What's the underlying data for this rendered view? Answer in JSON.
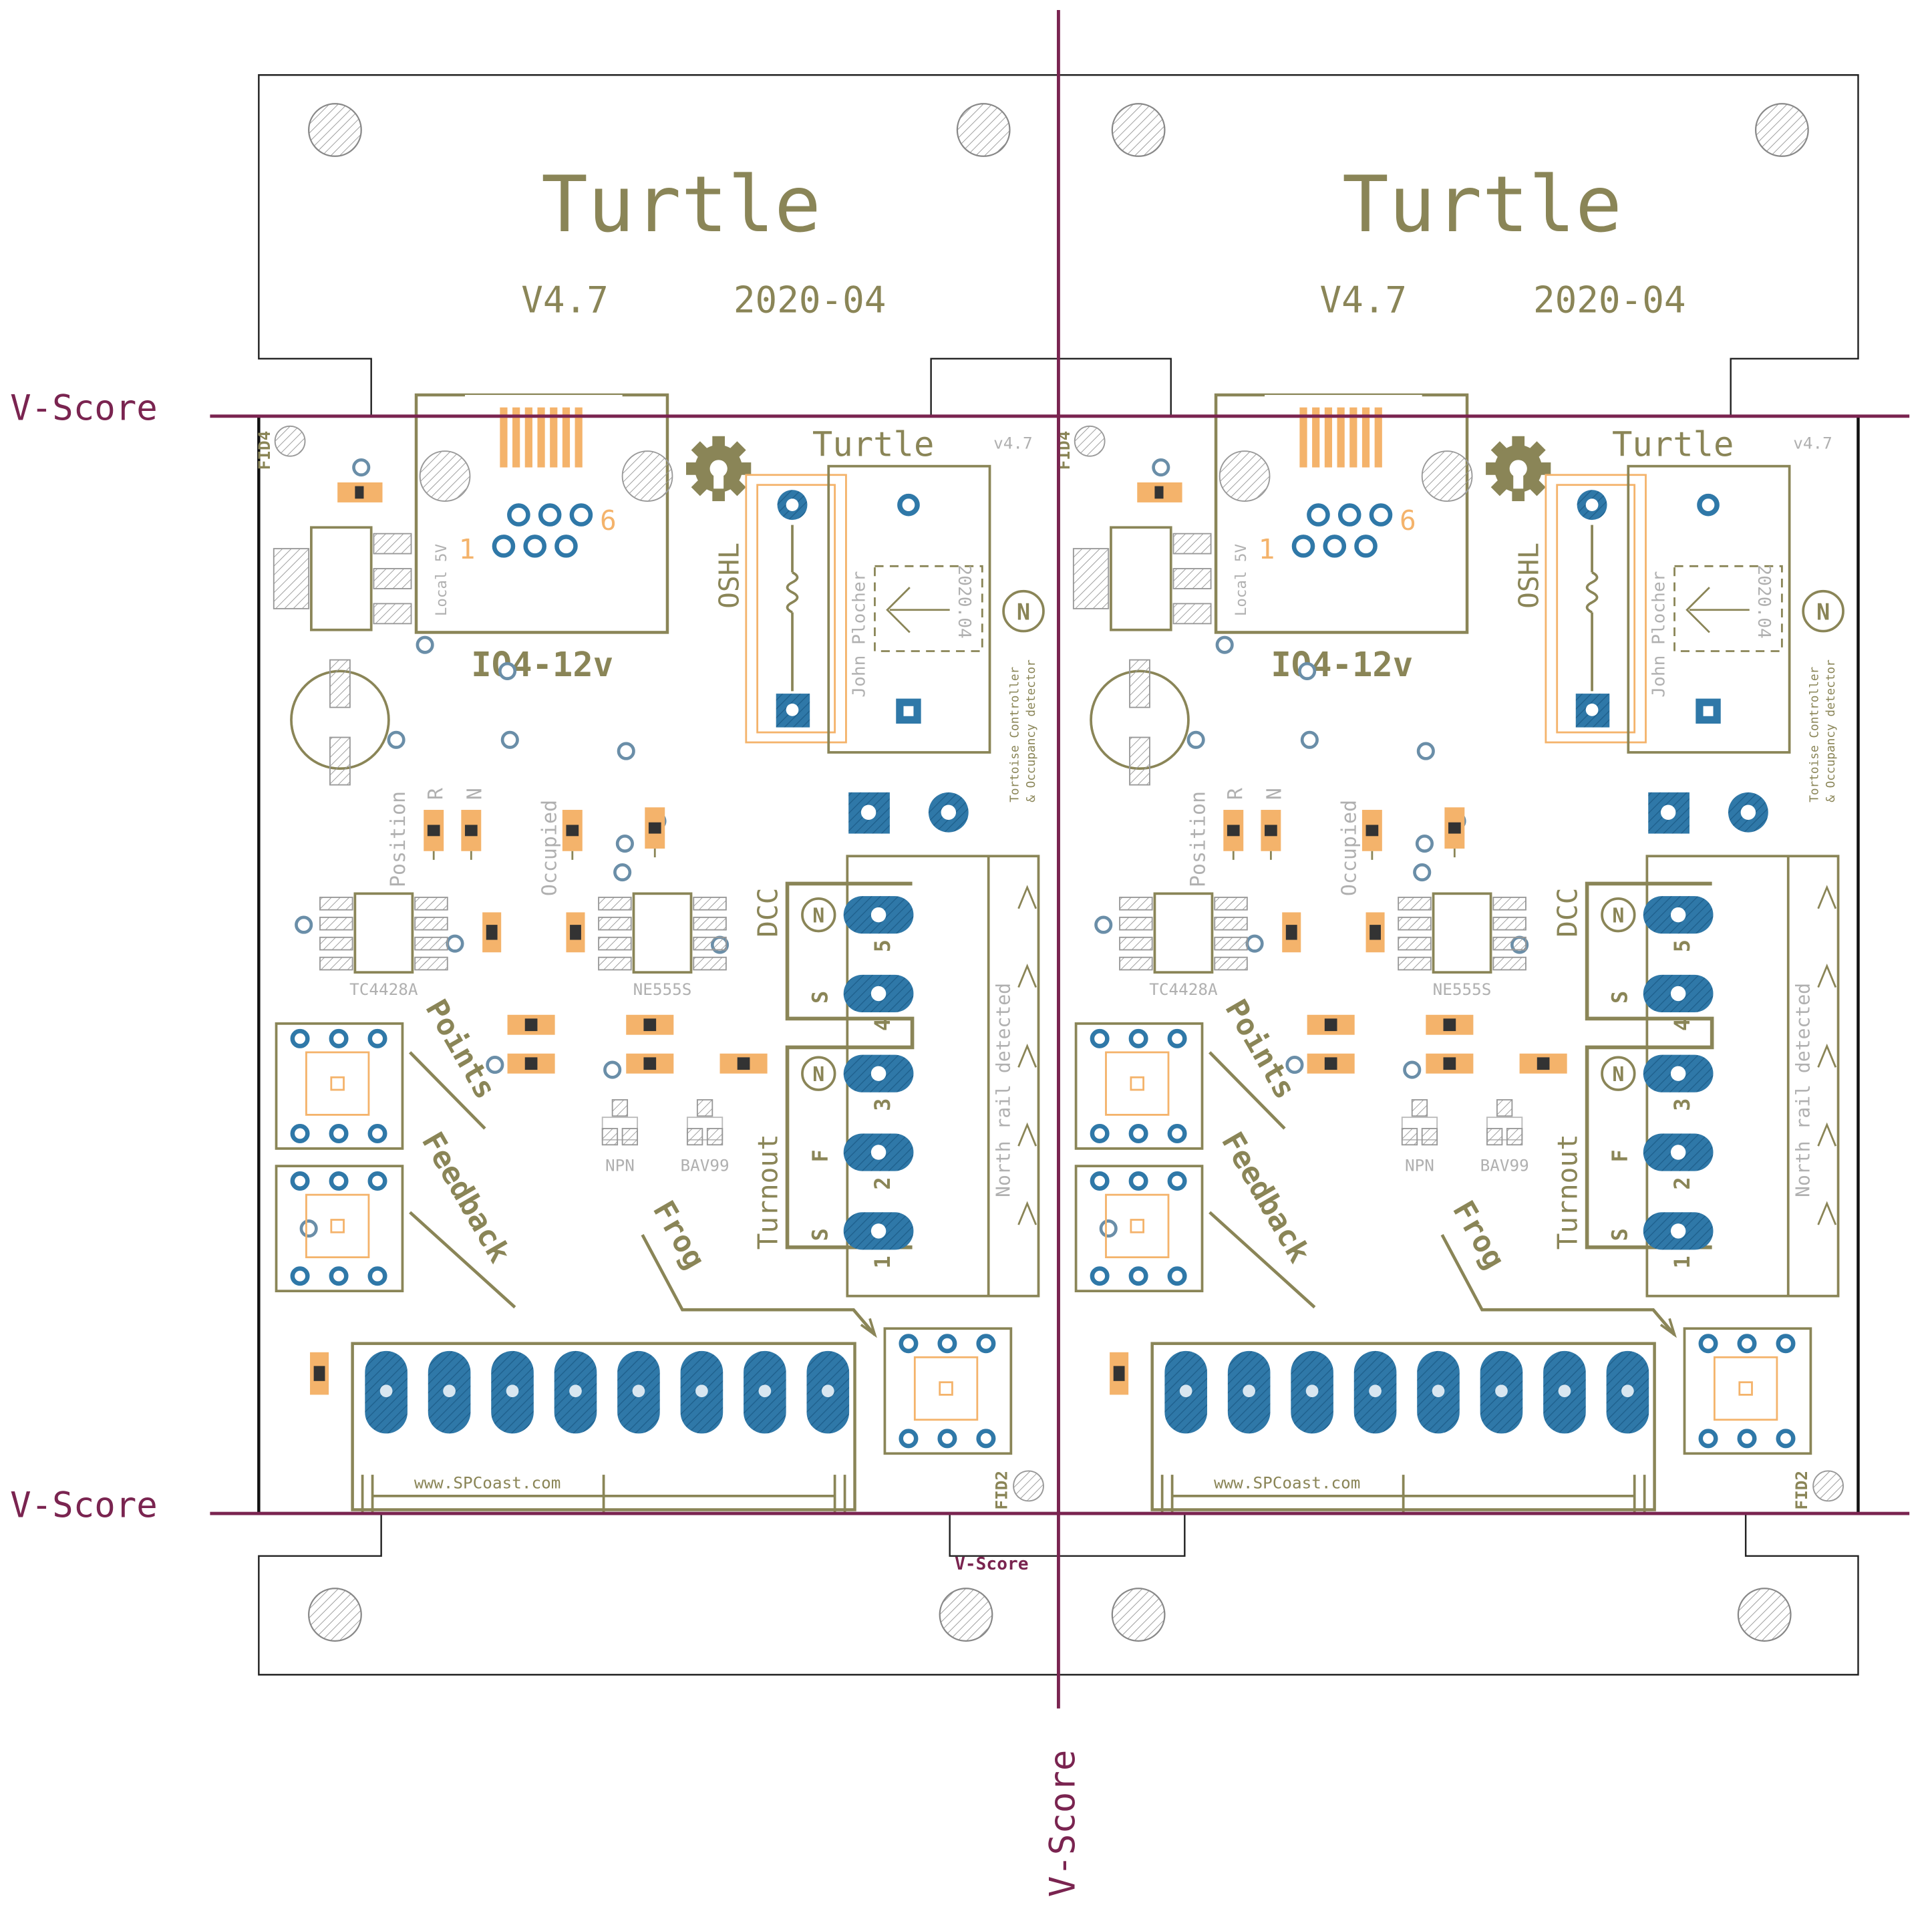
{
  "colors": {
    "outline": "#111111",
    "silk": "#8a8557",
    "vscore": "#7a2450",
    "pad": "#2f78a8",
    "smd": "#f4b36b",
    "doc_grey": "#b0b0b0",
    "hatch": "#9a9a9a"
  },
  "vscore": {
    "left_upper": "V-Score",
    "left_lower": "V-Score",
    "bottom_center": "V-Score",
    "small": "V-Score"
  },
  "rail": {
    "title": "Turtle",
    "version": "V4.7",
    "date": "2020-04"
  },
  "board": {
    "title": "Turtle",
    "version": "v4.7",
    "fid_top": "FID4",
    "fid_bottom": "FID2",
    "jack_label": "IO4-12v",
    "local5v": "Local 5V",
    "pin1": "1",
    "pin6": "6",
    "oshl": "OSHL",
    "author": "John Plocher",
    "date": "2020.04",
    "n": "N",
    "desc1": "Tortoise Controller",
    "desc2": "& Occupancy detector",
    "position": "Position",
    "r": "R",
    "n_led": "N",
    "occupied": "Occupied",
    "ic1": "TC4428A",
    "ic2": "NE555S",
    "points": "Points",
    "feedback": "Feedback",
    "frog": "Frog",
    "npn": "NPN",
    "bav99": "BAV99",
    "dcc": "DCC",
    "turnout": "Turnout",
    "s": "S",
    "f": "F",
    "pin_nums": [
      "5",
      "4",
      "3",
      "2",
      "1"
    ],
    "north_rail": "North rail detected",
    "url": "www.SPCoast.com"
  }
}
